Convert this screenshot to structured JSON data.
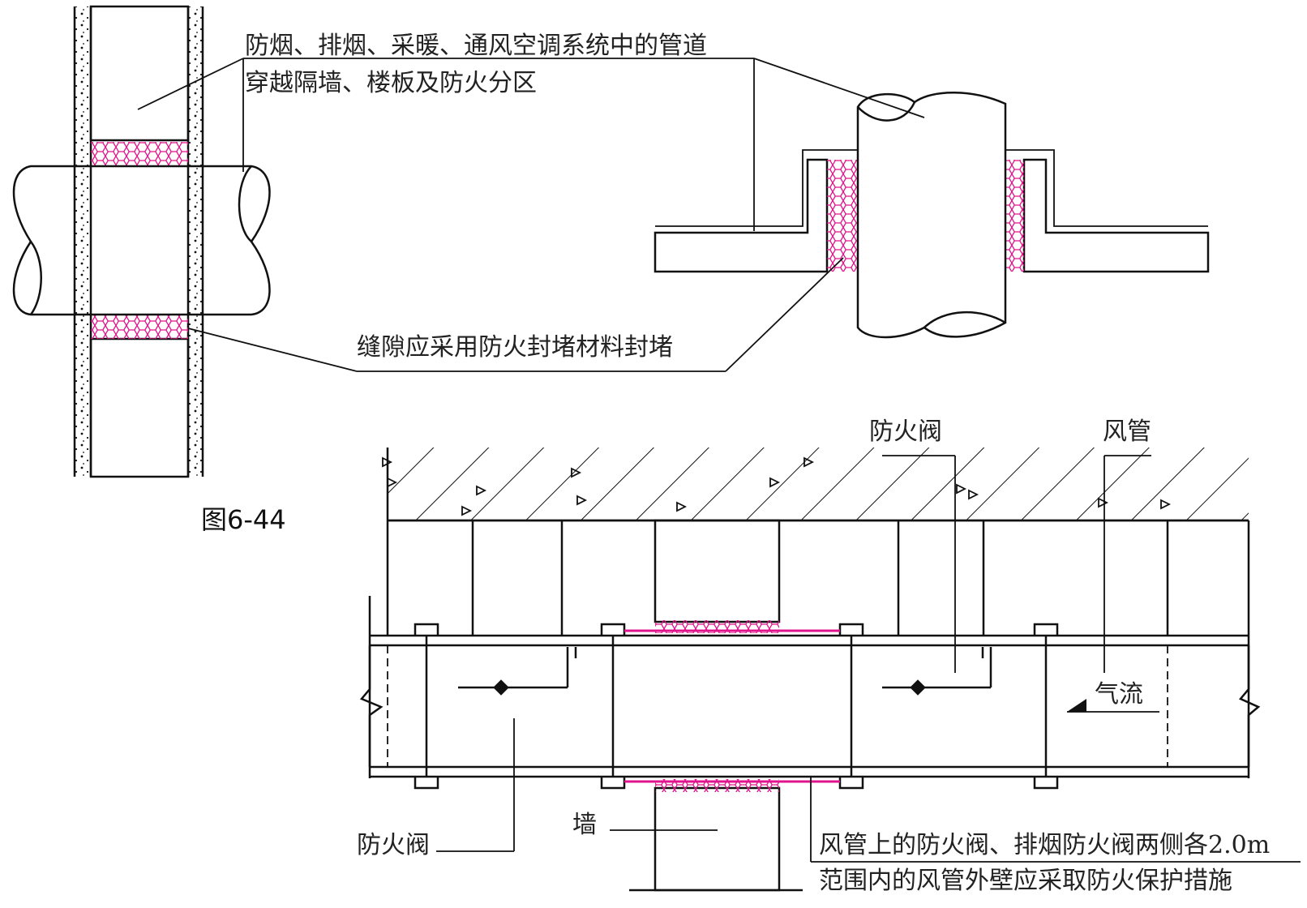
{
  "figure_number": "图6-44",
  "labels": {
    "ducts_line1": "防烟、排烟、采暖、通风空调系统中的管道",
    "ducts_line2": "穿越隔墙、楼板及防火分区",
    "gap_seal": "缝隙应采用防火封堵材料封堵",
    "fire_damper_top": "防火阀",
    "air_duct": "风管",
    "airflow": "气流",
    "fire_damper_bottom": "防火阀",
    "wall": "墙",
    "note_line1": "风管上的防火阀、排烟防火阀两侧各2.0m",
    "note_line2": "范围内的风管外壁应采取防火保护措施"
  },
  "colors": {
    "line": "#111111",
    "sealant": "#e0148c",
    "background": "#ffffff"
  }
}
